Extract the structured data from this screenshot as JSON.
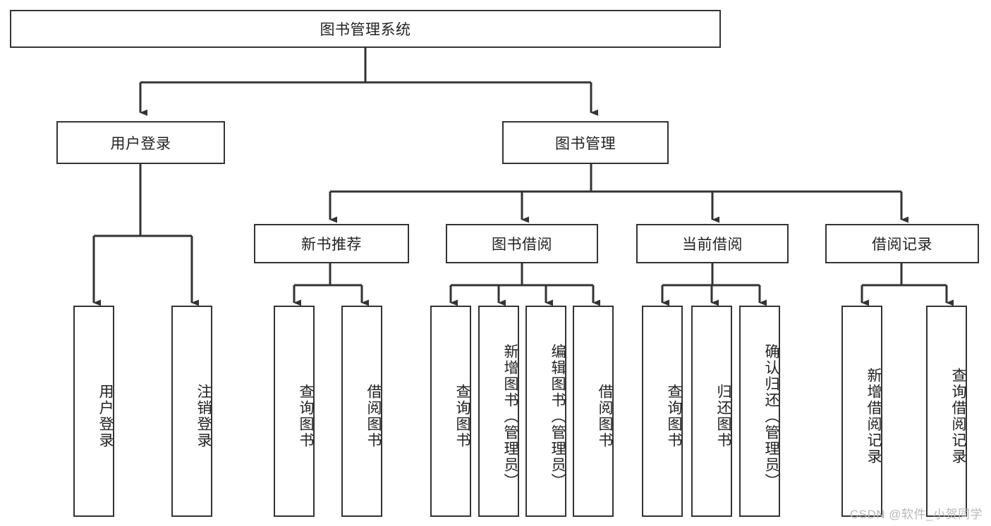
{
  "diagram": {
    "type": "tree",
    "title": "图书管理系统",
    "root": {
      "id": "root",
      "label": "图书管理系统",
      "level": 1
    },
    "level2": [
      {
        "id": "user-login",
        "label": "用户登录"
      },
      {
        "id": "book-manage",
        "label": "图书管理"
      }
    ],
    "level3": [
      {
        "id": "new-book-recommend",
        "label": "新书推荐",
        "parent": "book-manage"
      },
      {
        "id": "book-borrow",
        "label": "图书借阅",
        "parent": "book-manage"
      },
      {
        "id": "current-borrow",
        "label": "当前借阅",
        "parent": "book-manage"
      },
      {
        "id": "borrow-record",
        "label": "借阅记录",
        "parent": "book-manage"
      }
    ],
    "leaves": [
      {
        "id": "leaf-user-login",
        "label": "用户登录",
        "parent": "user-login"
      },
      {
        "id": "leaf-logout",
        "label": "注销登录",
        "parent": "user-login"
      },
      {
        "id": "leaf-query-book-1",
        "label": "查询图书",
        "parent": "new-book-recommend"
      },
      {
        "id": "leaf-borrow-book-1",
        "label": "借阅图书",
        "parent": "new-book-recommend"
      },
      {
        "id": "leaf-query-book-2",
        "label": "查询图书",
        "parent": "book-borrow"
      },
      {
        "id": "leaf-add-book",
        "label": "新增图书（管理员）",
        "parent": "book-borrow"
      },
      {
        "id": "leaf-edit-book",
        "label": "编辑图书（管理员）",
        "parent": "book-borrow"
      },
      {
        "id": "leaf-borrow-book-2",
        "label": "借阅图书",
        "parent": "book-borrow"
      },
      {
        "id": "leaf-query-book-3",
        "label": "查询图书",
        "parent": "current-borrow"
      },
      {
        "id": "leaf-return-book",
        "label": "归还图书",
        "parent": "current-borrow"
      },
      {
        "id": "leaf-confirm-return",
        "label": "确认归还（管理员）",
        "parent": "current-borrow"
      },
      {
        "id": "leaf-add-record",
        "label": "新增借阅记录",
        "parent": "borrow-record"
      },
      {
        "id": "leaf-query-record",
        "label": "查询借阅记录",
        "parent": "borrow-record"
      }
    ]
  },
  "watermark": {
    "text": "CSDN @软件_小贺同学"
  },
  "colors": {
    "stroke": "#333333",
    "background": "#ffffff",
    "text": "#222222",
    "watermark": "#b8b8b8"
  }
}
